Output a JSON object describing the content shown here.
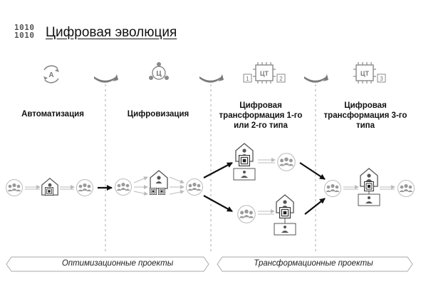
{
  "header": {
    "logo_text": "1010\n1010",
    "title": "Цифровая эволюция"
  },
  "stages": [
    {
      "id": "automation",
      "label": "Автоматизация",
      "icon": "a-cycle-icon",
      "icon_letter": "А"
    },
    {
      "id": "digitization",
      "label": "Цифровизация",
      "icon": "c-network-icon",
      "icon_letter": "Ц"
    },
    {
      "id": "dt12",
      "label": "Цифровая трансформация 1-го или 2-го типа",
      "icon": "chip-icon",
      "icon_letter": "ЦТ",
      "chip_numbers": [
        "1",
        "2"
      ]
    },
    {
      "id": "dt3",
      "label": "Цифровая трансформация 3-го типа",
      "icon": "chip-icon",
      "icon_letter": "ЦТ",
      "chip_numbers": [
        "3"
      ]
    }
  ],
  "bands": {
    "optimization": "Оптимизационные проекты",
    "transformation": "Трансформационные проекты"
  },
  "colors": {
    "icon_gray": "#8a8a8a",
    "line_gray": "#b5b5b5",
    "arrow_black": "#111111",
    "people_gray": "#9a9a9a"
  }
}
